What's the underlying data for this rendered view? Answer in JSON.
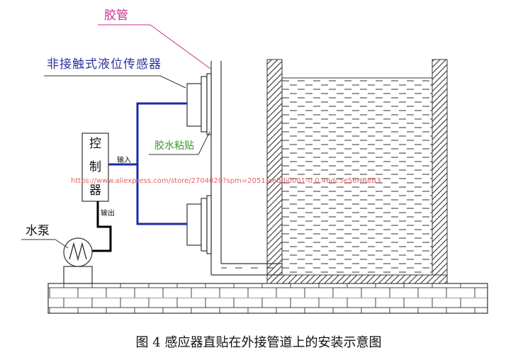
{
  "labels": {
    "tube": "胶管",
    "sensor": "非接触式液位传感器",
    "glue": "胶水粘贴",
    "controller_chars": [
      "控",
      "制",
      "器"
    ],
    "input": "输入",
    "output": "输出",
    "pump": "水泵"
  },
  "watermark": "https://www.aliexpress.com/store/2704020?spm=2051.ae0di0001-0.0.46dc5e56HB8B3",
  "caption": "图 4  感应器直贴在外接管道上的安装示意图",
  "colors": {
    "tube_label": "#cc2f8f",
    "sensor_label": "#2f2f9f",
    "glue_label": "#3a9a2a",
    "signal_wire": "#1a2aa6",
    "pump_wire": "#000000",
    "watermark": "#e06666"
  }
}
